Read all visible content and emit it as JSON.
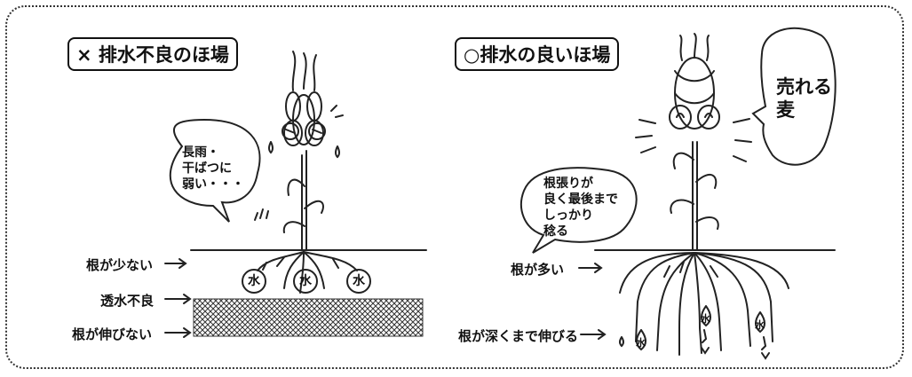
{
  "left_panel": {
    "title": "× 排水不良のほ場",
    "bubble": [
      "長雨・",
      "干ばつに",
      "弱い・・・"
    ],
    "water_label": "水",
    "labels": {
      "few_roots": "根が少ない",
      "poor_drainage": "透水不良",
      "roots_not_extending": "根が伸びない"
    }
  },
  "right_panel": {
    "title": "○排水の良いほ場",
    "bubble_sell": [
      "売れる",
      "麦"
    ],
    "bubble_roots": [
      "根張りが",
      "良く最後まで",
      "しっかり",
      "稔る"
    ],
    "water_label": "水",
    "labels": {
      "many_roots": "根が多い",
      "deep_roots": "根が深くまで伸びる"
    }
  }
}
